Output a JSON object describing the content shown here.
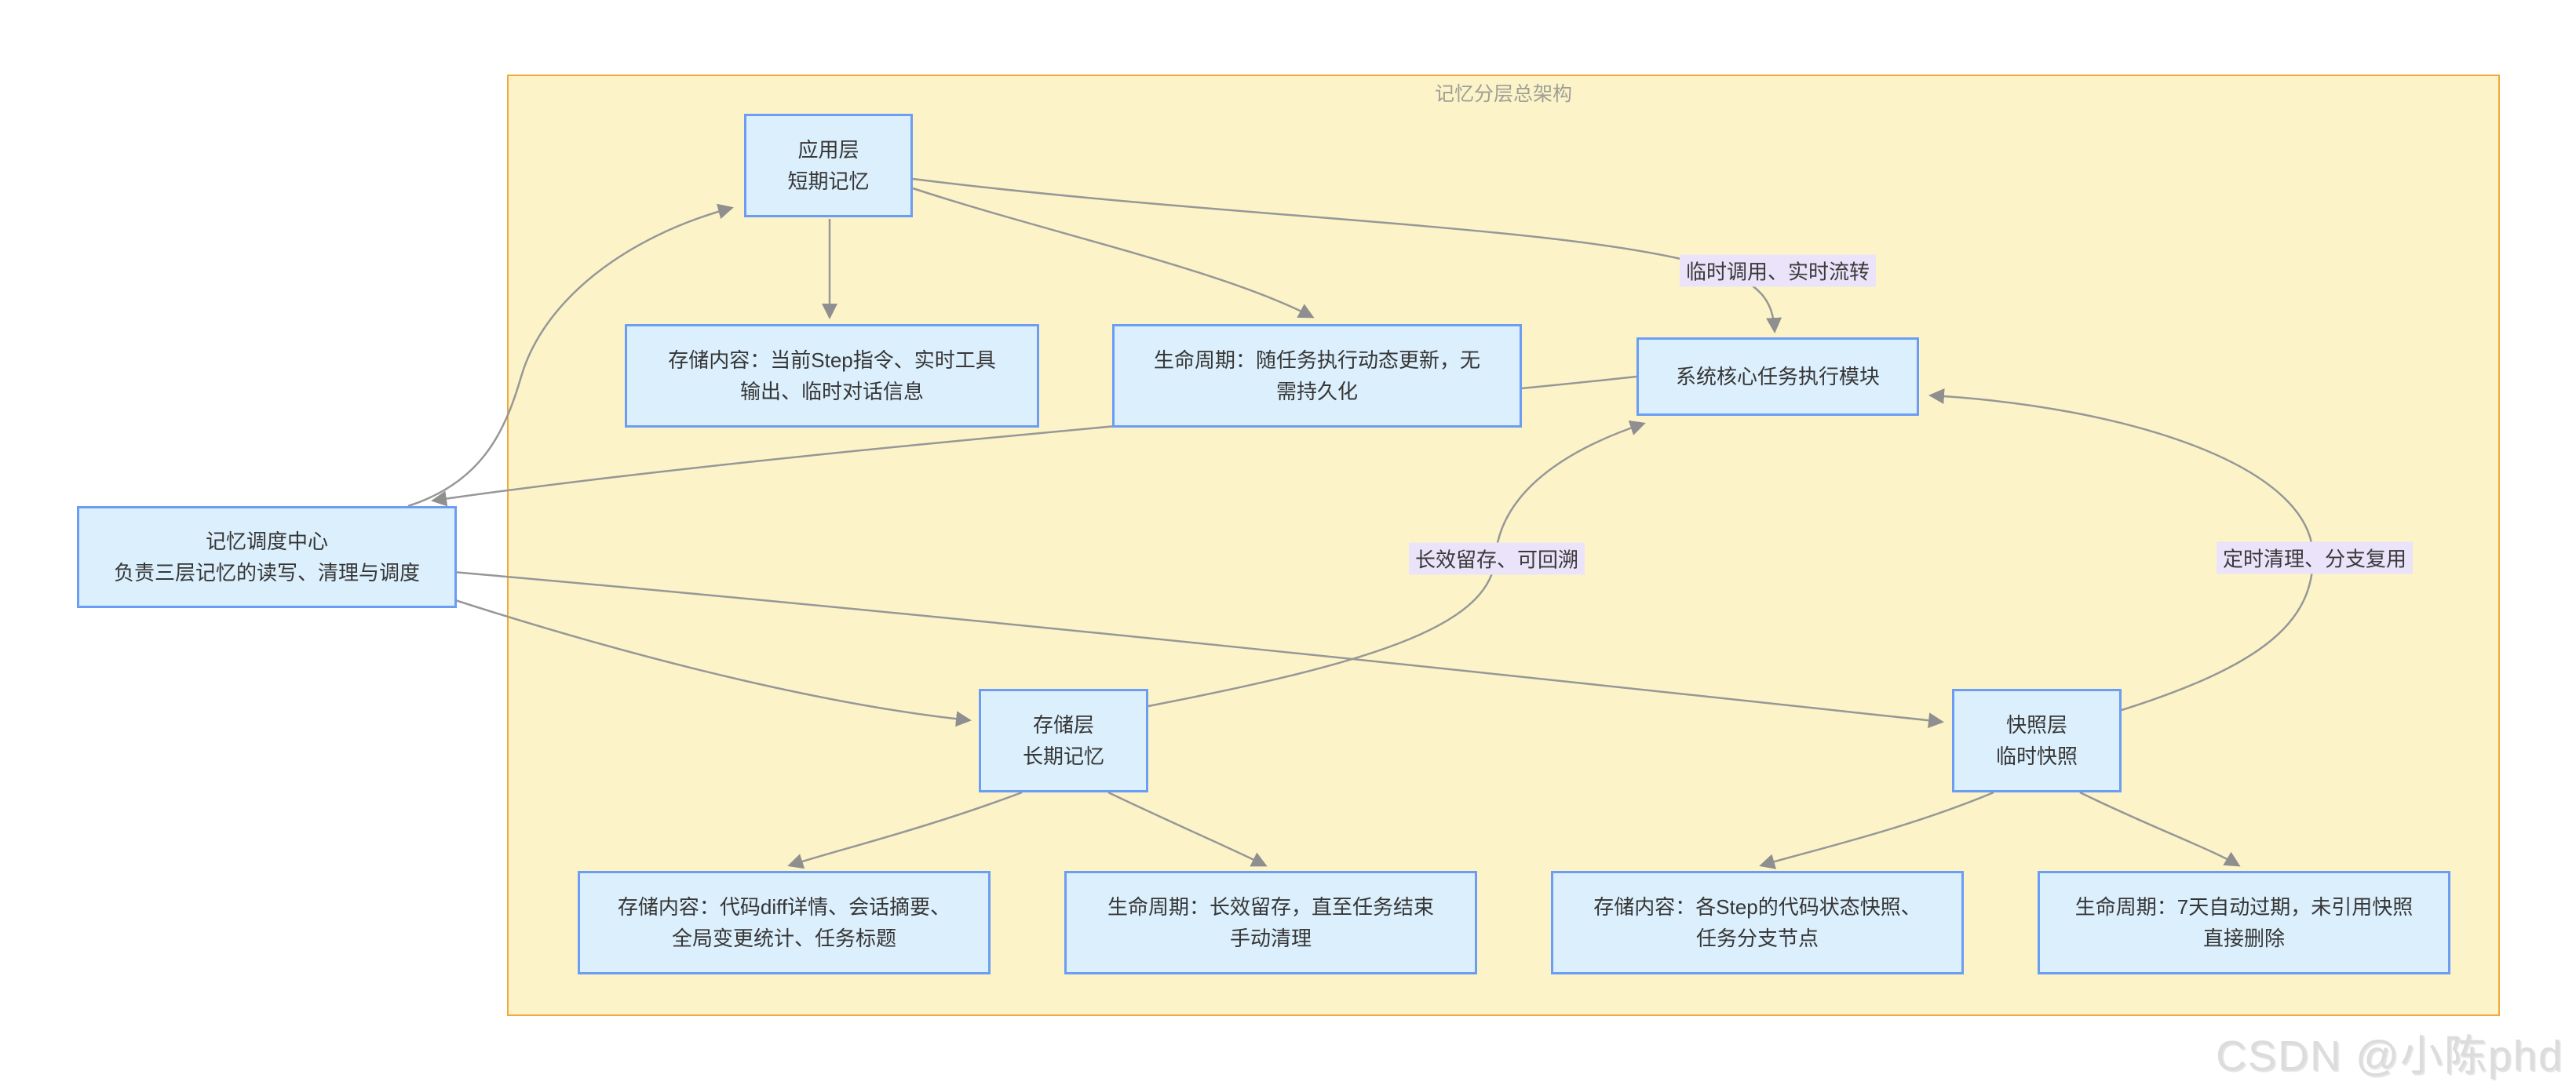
{
  "diagram": {
    "title": "记忆分层总架构",
    "nodes": {
      "scheduler": {
        "label": "记忆调度中心\n负责三层记忆的读写、清理与调度"
      },
      "app": {
        "label": "应用层\n短期记忆"
      },
      "app_store": {
        "label": "存储内容：当前Step指令、实时工具\n输出、临时对话信息"
      },
      "app_life": {
        "label": "生命周期：随任务执行动态更新，无\n需持久化"
      },
      "core": {
        "label": "系统核心任务执行模块"
      },
      "storage": {
        "label": "存储层\n长期记忆"
      },
      "storage_store": {
        "label": "存储内容：代码diff详情、会话摘要、\n全局变更统计、任务标题"
      },
      "storage_life": {
        "label": "生命周期：长效留存，直至任务结束\n手动清理"
      },
      "snapshot": {
        "label": "快照层\n临时快照"
      },
      "snapshot_store": {
        "label": "存储内容：各Step的代码状态快照、\n任务分支节点"
      },
      "snapshot_life": {
        "label": "生命周期：7天自动过期，未引用快照\n直接删除"
      }
    },
    "edge_labels": {
      "temp_flow": {
        "text": "临时调用、实时流转"
      },
      "long_keep": {
        "text": "长效留存、可回溯"
      },
      "timed_clean": {
        "text": "定时清理、分支复用"
      }
    },
    "edges": [
      {
        "from": "应用层短期记忆",
        "to": "存储内容：当前Step指令、实时工具输出、临时对话信息",
        "label": ""
      },
      {
        "from": "应用层短期记忆",
        "to": "生命周期：随任务执行动态更新，无需持久化",
        "label": ""
      },
      {
        "from": "应用层短期记忆",
        "to": "系统核心任务执行模块",
        "label": "临时调用、实时流转"
      },
      {
        "from": "存储层长期记忆",
        "to": "存储内容：代码diff详情、会话摘要、全局变更统计、任务标题",
        "label": ""
      },
      {
        "from": "存储层长期记忆",
        "to": "生命周期：长效留存，直至任务结束手动清理",
        "label": ""
      },
      {
        "from": "存储层长期记忆",
        "to": "系统核心任务执行模块",
        "label": "长效留存、可回溯"
      },
      {
        "from": "快照层临时快照",
        "to": "存储内容：各Step的代码状态快照、任务分支节点",
        "label": ""
      },
      {
        "from": "快照层临时快照",
        "to": "生命周期：7天自动过期，未引用快照直接删除",
        "label": ""
      },
      {
        "from": "快照层临时快照",
        "to": "系统核心任务执行模块",
        "label": "定时清理、分支复用"
      },
      {
        "from": "系统核心任务执行模块",
        "to": "记忆调度中心",
        "label": ""
      },
      {
        "from": "记忆调度中心",
        "to": "应用层短期记忆",
        "label": ""
      },
      {
        "from": "记忆调度中心",
        "to": "存储层长期记忆",
        "label": ""
      },
      {
        "from": "记忆调度中心",
        "to": "快照层临时快照",
        "label": ""
      }
    ],
    "colors": {
      "container_fill": "#fcf4c8",
      "container_border": "#f2a93b",
      "node_fill": "#dceffc",
      "node_border": "#6a9df3",
      "node_text": "#363636",
      "edge_line": "#979797",
      "edge_label_bg": "#eae3f9",
      "title_text": "#9e9e96",
      "watermark_text": "#dcdcdc"
    }
  },
  "watermark": {
    "text": "CSDN @小陈phd"
  }
}
